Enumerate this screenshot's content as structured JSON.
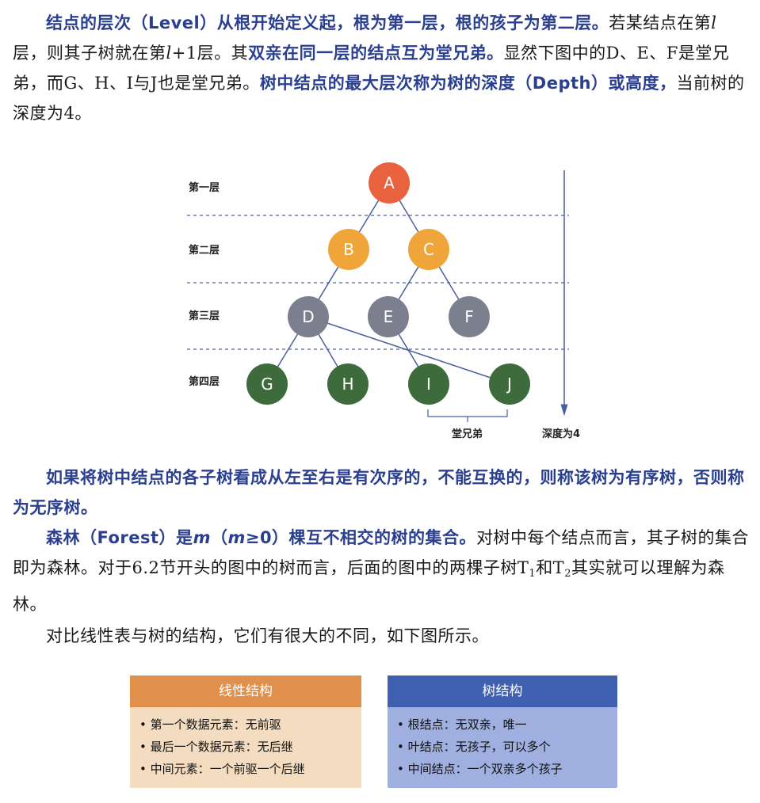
{
  "para1": {
    "s1": "结点的层次（Level）从根开始定义起，根为第一层，根的孩子为第二层。",
    "s2a": "若某结点在第",
    "s2var": "l",
    "s2b": "层，则其子树就在第",
    "s2var2": "l",
    "s2c": "+1层。其",
    "s3": "双亲在同一层的结点互为堂兄弟。",
    "s4": "显然下图中的D、E、F是堂兄弟，而G、H、I与J也是堂兄弟。",
    "s5": "树中结点的最大层次称为树的深度（Depth）或高度，",
    "s6": "当前树的深度为4。"
  },
  "diagram": {
    "levels": [
      "第一层",
      "第二层",
      "第三层",
      "第四层"
    ],
    "nodes": [
      {
        "id": "A",
        "color": "#e8623e"
      },
      {
        "id": "B",
        "color": "#f0a53a"
      },
      {
        "id": "C",
        "color": "#f0a53a"
      },
      {
        "id": "D",
        "color": "#7c808e"
      },
      {
        "id": "E",
        "color": "#7c808e"
      },
      {
        "id": "F",
        "color": "#7c808e"
      },
      {
        "id": "G",
        "color": "#3e6b3c"
      },
      {
        "id": "H",
        "color": "#3e6b3c"
      },
      {
        "id": "I",
        "color": "#3e6b3c"
      },
      {
        "id": "J",
        "color": "#3e6b3c"
      }
    ],
    "edges": [
      [
        "A",
        "B"
      ],
      [
        "A",
        "C"
      ],
      [
        "B",
        "D"
      ],
      [
        "C",
        "E"
      ],
      [
        "C",
        "F"
      ],
      [
        "D",
        "G"
      ],
      [
        "D",
        "H"
      ],
      [
        "D",
        "J"
      ],
      [
        "E",
        "I"
      ]
    ],
    "cousins_label": "堂兄弟",
    "depth_label": "深度为4",
    "line_color": "#4a5fa0"
  },
  "para2": {
    "s1": "如果将树中结点的各子树看成从左至右是有次序的，不能互换的，则称该树为有序树，否则称为无序树。"
  },
  "para3": {
    "s1a": "森林（Forest）是",
    "m1": "m",
    "s1b": "（",
    "m2": "m",
    "s1c": "≥0）棵互不相交的树的集合。",
    "s2a": "对树中每个结点而言，其子树的集合即为森林。对于6.2节开头的图中的树而言，后面的图中的两棵子树T",
    "sub1": "1",
    "s2b": "和T",
    "sub2": "2",
    "s2c": "其实就可以理解为森林。"
  },
  "para4": {
    "s1": "对比线性表与树的结构，它们有很大的不同，如下图所示。"
  },
  "compare": {
    "linear": {
      "title": "线性结构",
      "items": [
        "• 第一个数据元素：无前驱",
        "• 最后一个数据元素：无后继",
        "• 中间元素：一个前驱一个后继"
      ],
      "head_color": "#e0904a",
      "body_color": "#f3dcc0"
    },
    "tree": {
      "title": "树结构",
      "items": [
        "• 根结点：无双亲，唯一",
        "• 叶结点：无孩子，可以多个",
        "• 中间结点：一个双亲多个孩子"
      ],
      "head_color": "#3f5fb0",
      "body_color": "#9fb0e0"
    }
  }
}
